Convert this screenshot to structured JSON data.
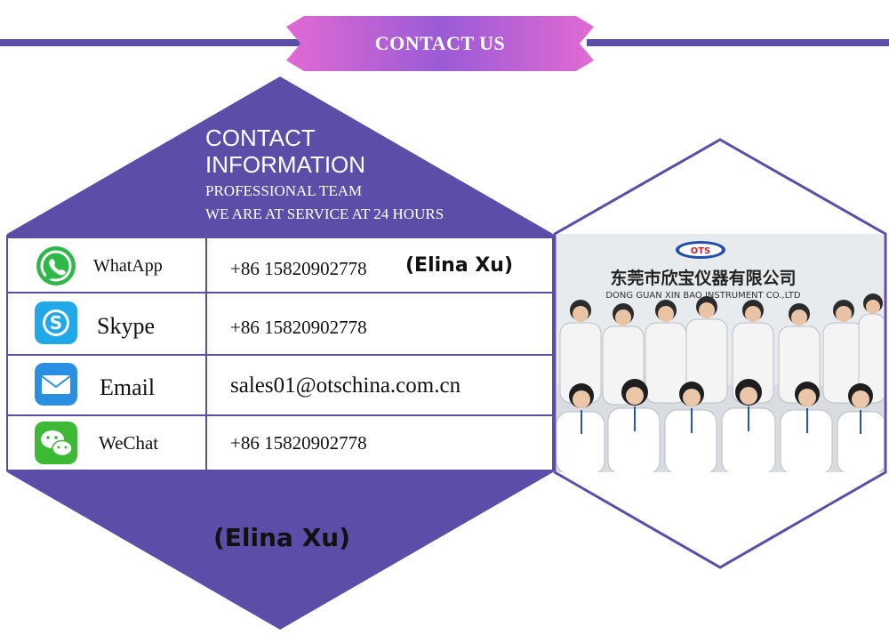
{
  "banner": {
    "title": "CONTACT  US"
  },
  "header": {
    "line1": "CONTACT",
    "line2": "INFORMATION",
    "line3": "PROFESSIONAL TEAM",
    "line4": "WE ARE AT SERVICE AT 24 HOURS"
  },
  "contacts": [
    {
      "label": "WhatApp",
      "value": "+86 15820902778",
      "icon": "whatsapp-icon"
    },
    {
      "label": "Skype",
      "value": "+86 15820902778",
      "icon": "skype-icon"
    },
    {
      "label": "Email",
      "value": "sales01@otschina.com.cn",
      "icon": "email-icon"
    },
    {
      "label": "WeChat",
      "value": "+86 15820902778",
      "icon": "wechat-icon"
    }
  ],
  "contact_name_inline": "(Elina Xu)",
  "contact_name_bottom": "(Elina Xu)",
  "photo": {
    "logo_text": "OTS",
    "company_cn": "东莞市欣宝仪器有限公司",
    "company_en": "DONG GUAN XIN BAO INSTRUMENT CO.,LTD"
  },
  "colors": {
    "purple": "#5b4ea8",
    "banner_pink": "#c957c7",
    "banner_violet": "#7a5bd0"
  }
}
